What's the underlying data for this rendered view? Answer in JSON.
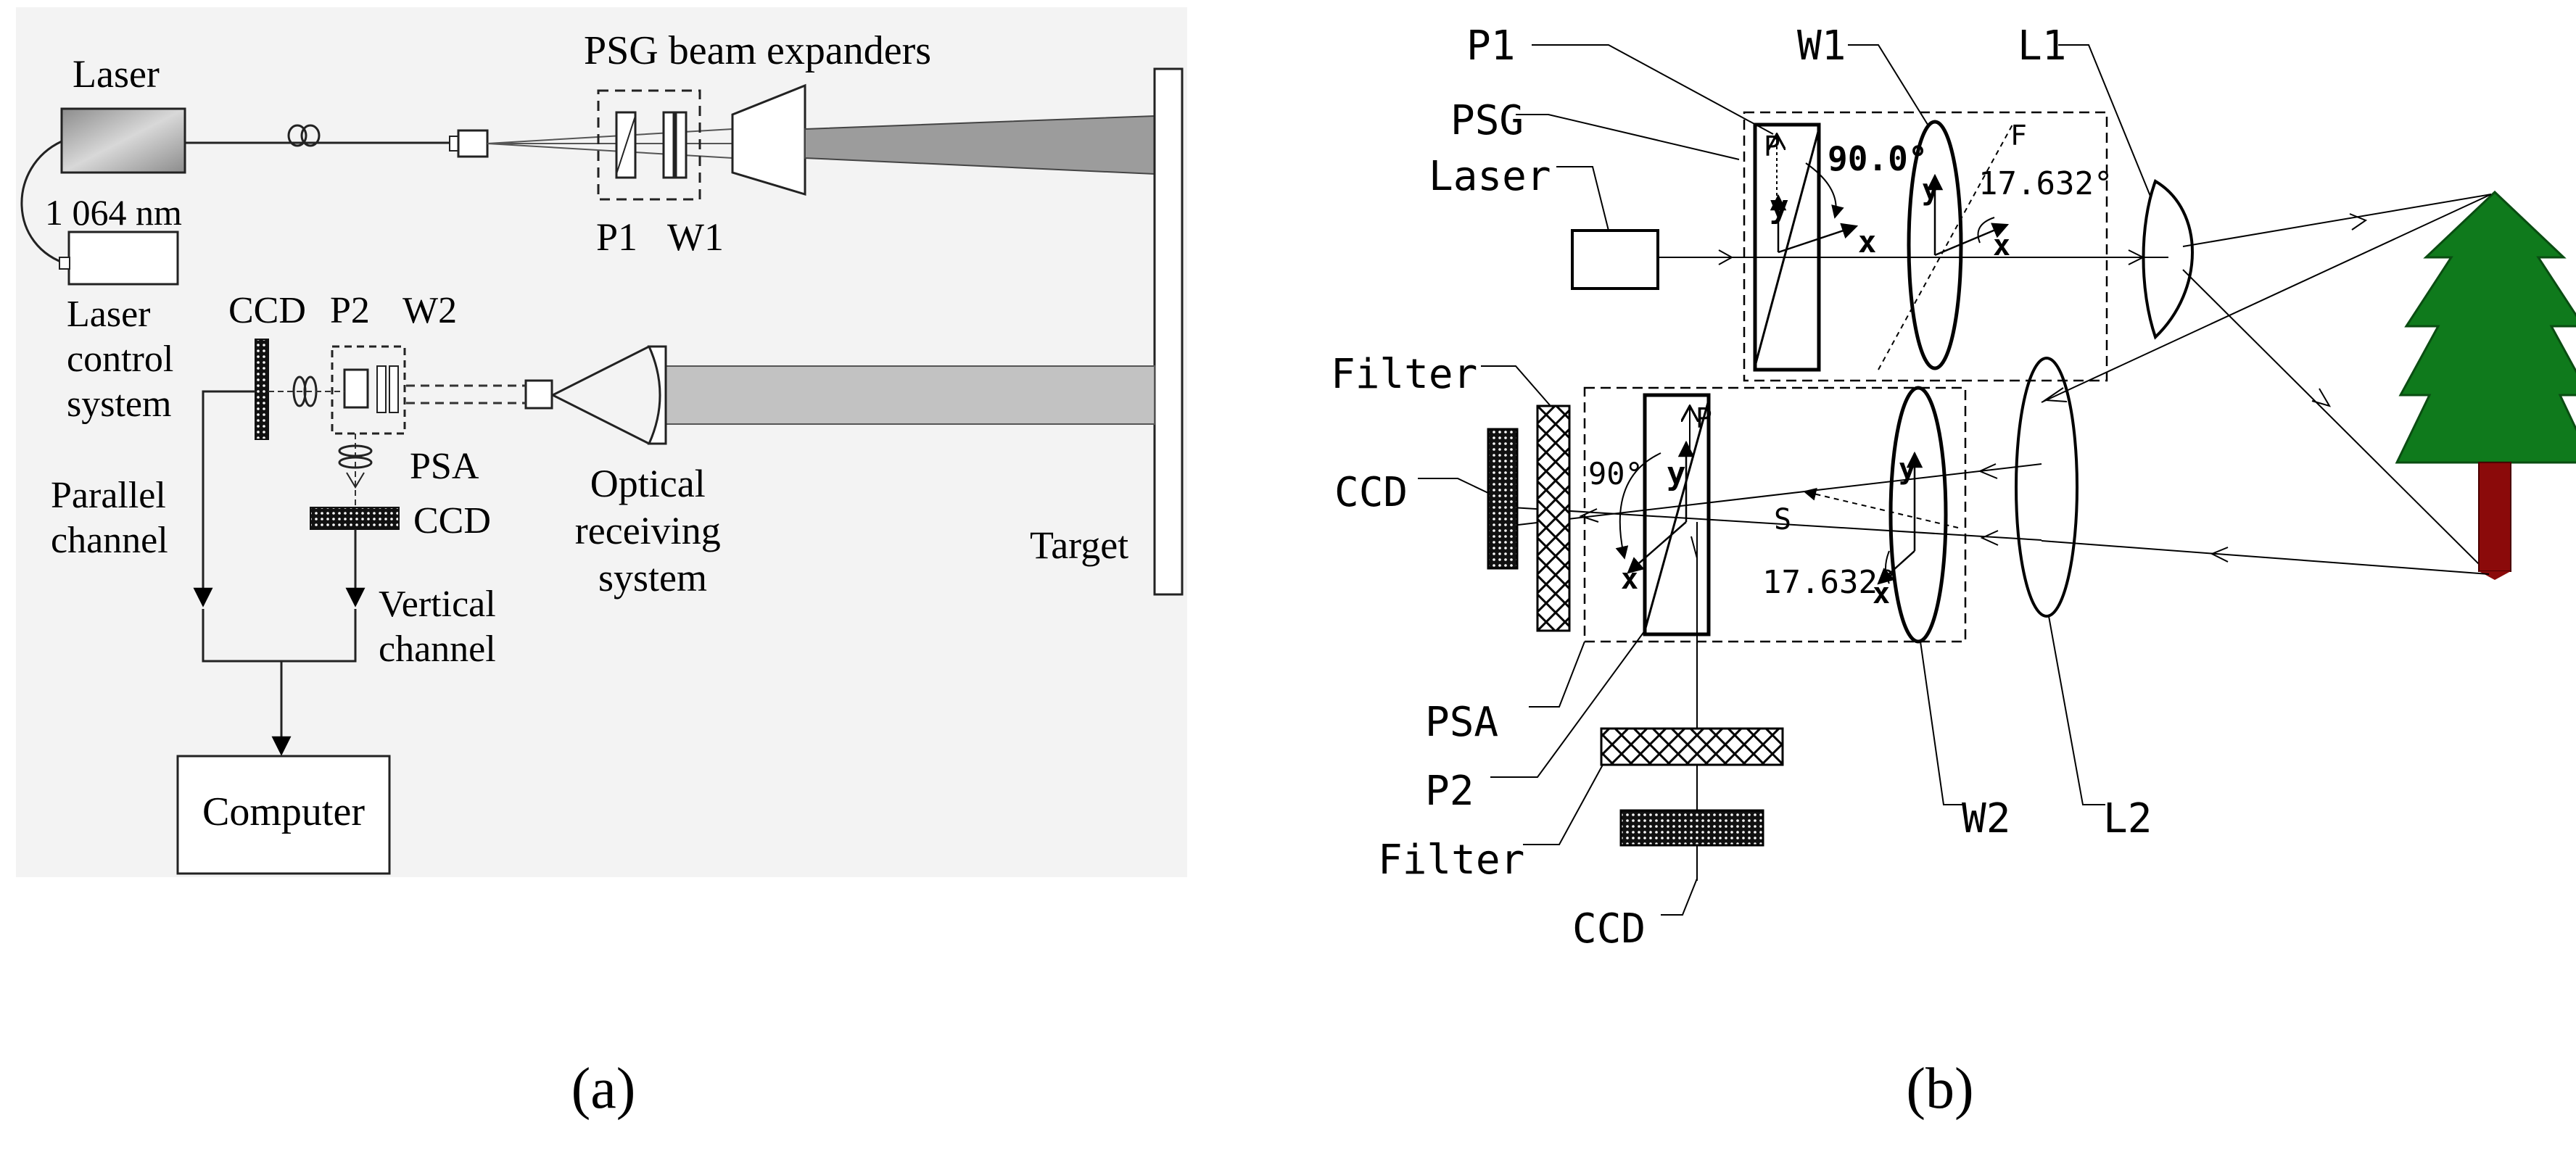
{
  "panel_a": {
    "caption": "(a)",
    "laser": "Laser",
    "wavelength": "1 064 nm",
    "laser_control": [
      "Laser",
      "control",
      "system"
    ],
    "psg_title": "PSG beam expanders",
    "p1": "P1",
    "w1": "W1",
    "ccd_top": "CCD",
    "p2": "P2",
    "w2": "W2",
    "psa": "PSA",
    "ccd_bottom": "CCD",
    "parallel_channel": [
      "Parallel",
      "channel"
    ],
    "vertical_channel": [
      "Vertical",
      "channel"
    ],
    "optical_receiving": [
      "Optical",
      "receiving",
      "system"
    ],
    "target": "Target",
    "computer": "Computer"
  },
  "panel_b": {
    "caption": "(b)",
    "p1": "P1",
    "w1": "W1",
    "l1": "L1",
    "psg": "PSG",
    "laser": "Laser",
    "p_top": "P",
    "angle_90_top": "90.0°",
    "f_label": "F",
    "angle_w1": "17.632°",
    "y_label": "y",
    "x_label": "x",
    "filter_left": "Filter",
    "ccd_left": "CCD",
    "p_bottom": "P",
    "angle_90_bottom": "90°",
    "s_label": "S",
    "angle_w2": "17.632°",
    "psa": "PSA",
    "p2": "P2",
    "filter_bottom": "Filter",
    "ccd_bottom": "CCD",
    "w2": "W2",
    "l2": "L2"
  },
  "colors": {
    "panel_bg": "#f3f3f3",
    "tree_green": "#0f7a1c",
    "trunk_red": "#8b0a0a",
    "beam_gray": "#b8b8b8"
  }
}
